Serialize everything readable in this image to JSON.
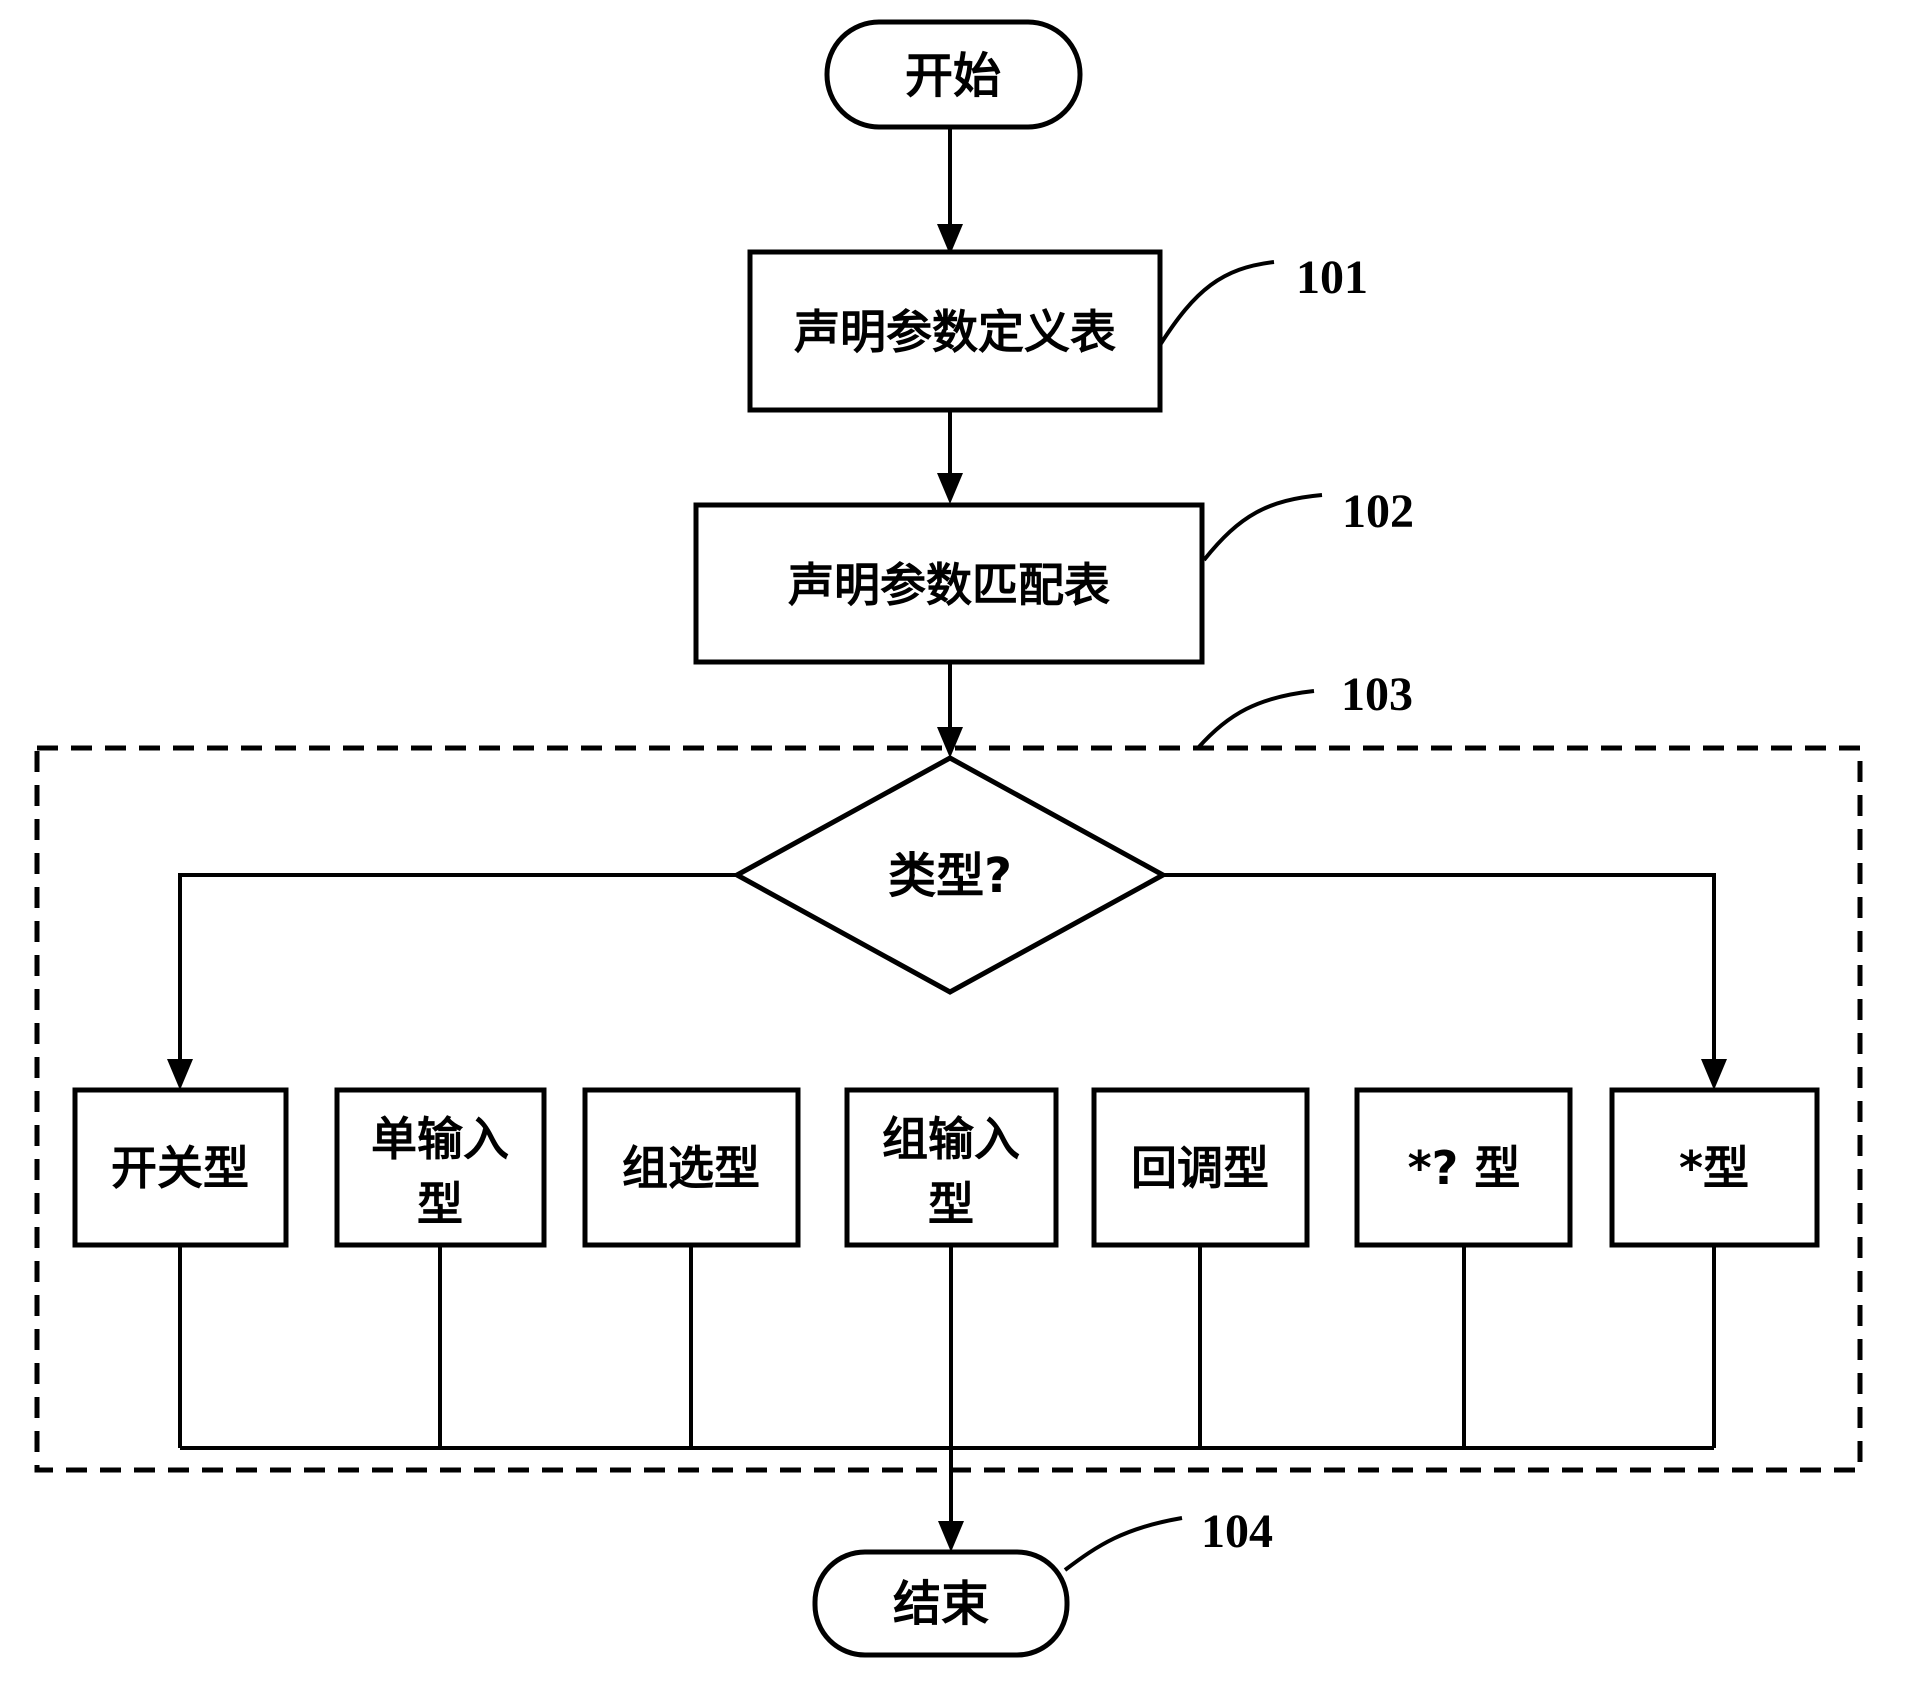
{
  "diagram": {
    "background": "#ffffff",
    "line_color": "#000000",
    "nodes": {
      "start": {
        "label": "开始"
      },
      "def_table": {
        "label": "声明参数定义表"
      },
      "match_table": {
        "label": "声明参数匹配表"
      },
      "decision": {
        "label": "类型?"
      },
      "end": {
        "label": "结束"
      }
    },
    "refs": {
      "def_table": "101",
      "match_table": "102",
      "group": "103",
      "end": "104"
    },
    "type_boxes": [
      {
        "lines": [
          "开关型"
        ]
      },
      {
        "lines": [
          "单输入",
          "型"
        ]
      },
      {
        "lines": [
          "组选型"
        ]
      },
      {
        "lines": [
          "组输入",
          "型"
        ]
      },
      {
        "lines": [
          "回调型"
        ]
      },
      {
        "lines": [
          "*? 型"
        ]
      },
      {
        "lines": [
          "*型"
        ]
      }
    ]
  }
}
